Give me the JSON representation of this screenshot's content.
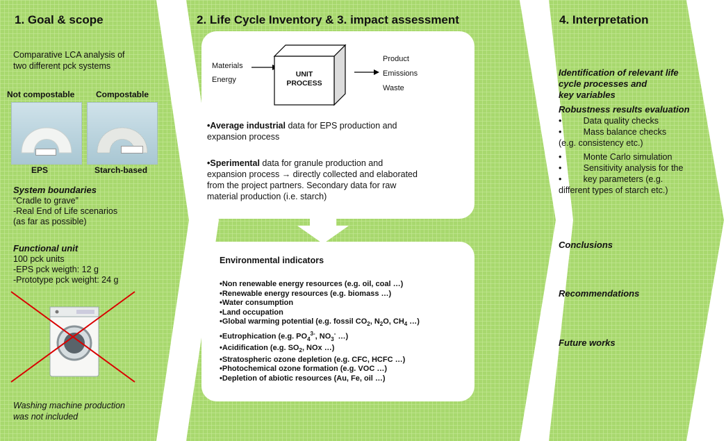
{
  "colors": {
    "chevron_fill": "#a8d86e",
    "chevron_grid": "#c9ea9a",
    "accent_red": "#d90000",
    "box_fill": "#ffffff"
  },
  "goal": {
    "heading": "1. Goal & scope",
    "intro_line1": "Comparative LCA analysis of",
    "intro_line2": "two different pck systems",
    "label_left_top": "Not compostable",
    "label_right_top": "Compostable",
    "label_left_bottom": "EPS",
    "label_right_bottom": "Starch-based",
    "system_boundaries_title": "System boundaries",
    "sb_line1": "“Cradle to grave”",
    "sb_line2": "-Real End of Life scenarios",
    "sb_line3": "(as far as possible)",
    "functional_unit_title": "Functional unit",
    "fu_line1": "100 pck units",
    "fu_line2": "-EPS pck weigth: 12 g",
    "fu_line3": "-Prototype pck weight: 24 g",
    "washing_note_line1": "Washing machine production",
    "washing_note_line2": "was not included"
  },
  "inventory": {
    "heading": "2. Life Cycle Inventory & 3. impact assessment",
    "unit_process": {
      "inputs": [
        "Materials",
        "Energy"
      ],
      "box_line1": "UNIT",
      "box_line2": "PROCESS",
      "outputs": [
        "Product",
        "Emissions",
        "Waste"
      ]
    },
    "avg_bold": "•Average industrial",
    "avg_rest_line1": " data for EPS production and",
    "avg_line2": "expansion process",
    "sper_bold": "•Sperimental",
    "sper_rest_line1": " data for granule production and",
    "sper_line2": "expansion process → directly collected and elaborated",
    "sper_line3": "from the project partners. Secondary data for raw",
    "sper_line4": "material production (i.e. starch)",
    "env_title": "Environmental indicators",
    "indicators": [
      "•Non renewable energy resources (e.g. oil, coal …)",
      "•Renewable energy resources (e.g. biomass …)",
      "•Water consumption",
      "•Land occupation",
      "•Global warming potential (e.g. fossil CO2, N2O, CH4 …)",
      "•Eutrophication (e.g. PO43-, NO3- …)",
      "•Acidification (e.g. SO2, NOx …)",
      "•Stratospheric ozone depletion (e.g. CFC, HCFC …)",
      "•Photochemical ozone formation (e.g. VOC …)",
      "•Depletion of abiotic resources (Au, Fe, oil …)"
    ]
  },
  "interpretation": {
    "heading": "4. Interpretation",
    "identification_line1": "Identification of relevant life",
    "identification_line2": "cycle processes and",
    "identification_line3": "key variables",
    "robustness_title": "Robustness results evaluation",
    "rb1": "•         Data quality checks",
    "rb2": "•         Mass balance checks",
    "rb3": "(e.g. consistency etc.)",
    "rb4": "•         Monte Carlo simulation",
    "rb5": "•         Sensitivity analysis for the",
    "rb6": "•         key parameters (e.g.",
    "rb7": "different types of starch etc.)",
    "conclusions": "Conclusions",
    "recommendations": "Recommendations",
    "future_works": "Future works"
  }
}
